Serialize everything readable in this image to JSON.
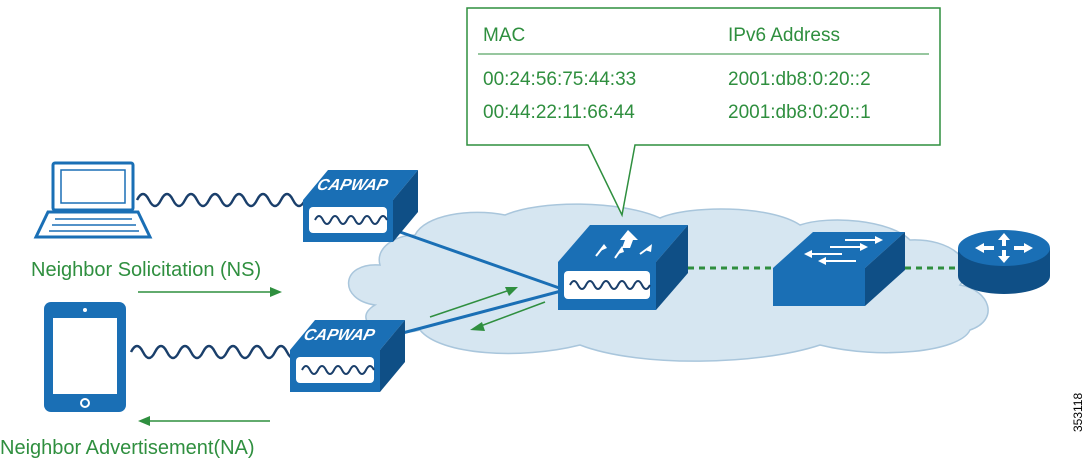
{
  "mac_table": {
    "header_mac": "MAC",
    "header_ipv6": "IPv6 Address",
    "rows": [
      {
        "mac": "00:24:56:75:44:33",
        "ipv6": "2001:db8:0:20::2"
      },
      {
        "mac": "00:44:22:11:66:44",
        "ipv6": "2001:db8:0:20::1"
      }
    ]
  },
  "access_points": {
    "top_label": "CAPWAP",
    "bottom_label": "CAPWAP"
  },
  "messages": {
    "solicitation": "Neighbor Solicitation (NS)",
    "advertisement": "Neighbor Advertisement(NA)"
  },
  "figure_id": "353118",
  "colors": {
    "green": "#2f8f3f",
    "device_blue": "#1a6fb5",
    "device_dark": "#0f4f86",
    "cloud_fill": "#d6e6f1",
    "cloud_stroke": "#a9c6dc",
    "link_blue": "#1a6fb5"
  },
  "icons": {
    "laptop": "laptop-icon",
    "tablet": "tablet-icon",
    "wlc": "wireless-controller-icon",
    "switch": "switch-icon",
    "router": "router-icon"
  }
}
